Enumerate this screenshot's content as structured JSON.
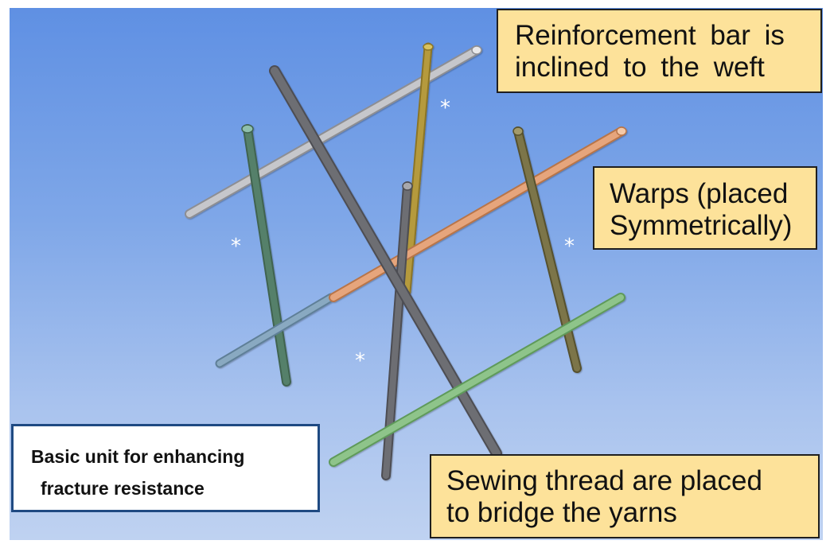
{
  "callouts": {
    "reinforcement": {
      "line1": "Reinforcement bar is",
      "line2": "inclined to the weft"
    },
    "warps": {
      "line1": "Warps (placed",
      "line2": "Symmetrically)"
    },
    "sewing": {
      "line1": "Sewing thread are placed",
      "line2": "to bridge the yarns"
    }
  },
  "note": {
    "line1": "Basic unit for enhancing",
    "line2": "fracture resistance"
  },
  "markers": {
    "symbol": "*"
  },
  "colors": {
    "background_top": "#5f90e3",
    "background_bottom": "#bfd2f1",
    "callout_fill": "#fde29a",
    "note_border": "#1f4a82",
    "rod_gray": "#6d6e73",
    "rod_light_gray": "#c6c7cb",
    "rod_gold": "#b59a3c",
    "rod_dark_green": "#55806b",
    "rod_olive": "#7c7448",
    "rod_orange": "#e6a57b",
    "rod_blue_gray": "#89a9c1",
    "rod_light_green": "#8ec48a"
  }
}
